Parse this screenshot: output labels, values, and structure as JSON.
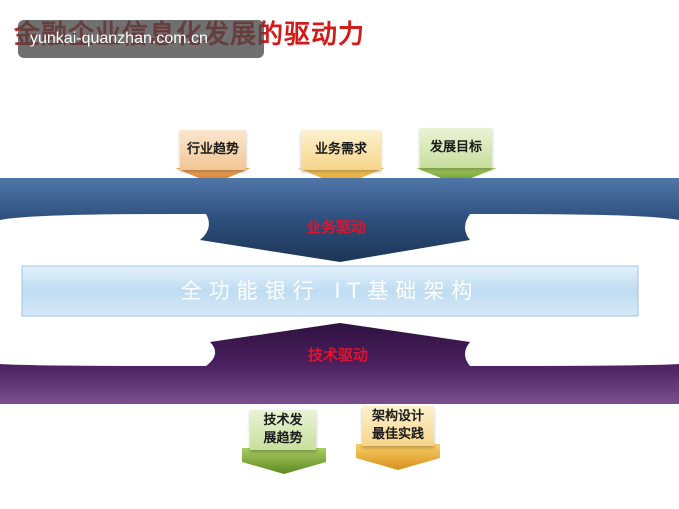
{
  "title": "金融企业信息化发展的驱动力",
  "watermark": "yunkai-quanzhan.com.cn",
  "top_boxes": [
    {
      "label": "行业趋势",
      "color": "#e8913a"
    },
    {
      "label": "业务需求",
      "color": "#f2b233"
    },
    {
      "label": "发展目标",
      "color": "#7fa83a"
    }
  ],
  "business_drive": "业务驱动",
  "center_bar": "全功能银行 IT基础架构",
  "tech_drive": "技术驱动",
  "bottom_boxes": [
    {
      "line1": "技术发",
      "line2": "展趋势",
      "color": "#86b13a"
    },
    {
      "line1": "架构设计",
      "line2": "最佳实践",
      "color": "#f5b52a"
    }
  ],
  "colors": {
    "top_band": "#2e4f7c",
    "bottom_band": "#4a1f5e",
    "center_bar": "#bfdcf2",
    "tag_text": "#e0132c"
  }
}
